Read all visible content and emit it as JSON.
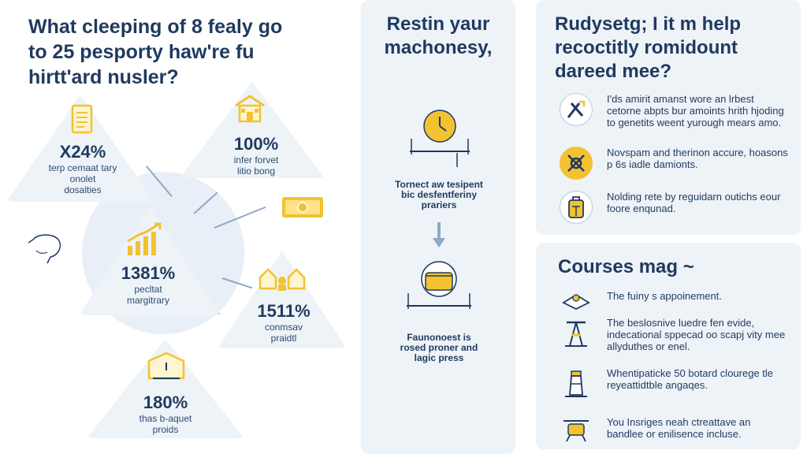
{
  "headline": {
    "line1": "What cleeping of 8 fealy go",
    "line2": "to 25 pesporty haw're fu",
    "line3": "hirtt'ard nusler?"
  },
  "stats": [
    {
      "pct": "X24%",
      "sub1": "terp cemaat tary",
      "sub2": "onolet",
      "sub3": "dosalties"
    },
    {
      "pct": "100%",
      "sub1": "infer forvet",
      "sub2": "litio bong",
      "sub3": ""
    },
    {
      "pct": "1381%",
      "sub1": "pecltat",
      "sub2": "margitrary",
      "sub3": ""
    },
    {
      "pct": "1511%",
      "sub1": "conmsav",
      "sub2": "praidtl",
      "sub3": ""
    },
    {
      "pct": "180%",
      "sub1": "thas b-aquet",
      "sub2": "proids",
      "sub3": ""
    }
  ],
  "middle": {
    "title1": "Restin yaur",
    "title2": "machonesy,",
    "step1": [
      "Tornect aw tesipent",
      "bic desfentferiny",
      "prariers"
    ],
    "step2": [
      "Faunonoest is",
      "rosed proner and",
      "lagic press"
    ]
  },
  "right_top": {
    "title1": "Rudysetg; I it m help",
    "title2": "recoctitly romidount",
    "title3": "dareed mee?",
    "items": [
      {
        "icon": "tools-icon",
        "text": "I'ds amirit amanst wore an lrbest cetorne abpts bur amoints hrith hjoding to genetits weent yurough mears amo."
      },
      {
        "icon": "wrench-gear-icon",
        "text": "Novspam and therinon accure, hoasons p 6s iadle damionts."
      },
      {
        "icon": "backpack-icon",
        "text": "Nolding rete by reguidarn outichs eour foore enqunad."
      }
    ]
  },
  "right_bottom": {
    "title": "Courses mag ~",
    "items": [
      {
        "icon": "hat-icon",
        "text": "The fuiny s appoinement."
      },
      {
        "icon": "tower-icon",
        "text": "The beslosnive luedre fen evide, indecational sppecad oo scapj vity mee allyduthes or enel."
      },
      {
        "icon": "lighthouse-icon",
        "text": "Whentipatickе 50 botard clourege tle reyeattidtble angaqes."
      },
      {
        "icon": "drone-icon",
        "text": "You Insriges neah ctreattave an bandlee or enilisence incluse."
      }
    ]
  },
  "colors": {
    "navy": "#1f3a5f",
    "gold": "#f2c230",
    "panel": "#eef3f8"
  }
}
